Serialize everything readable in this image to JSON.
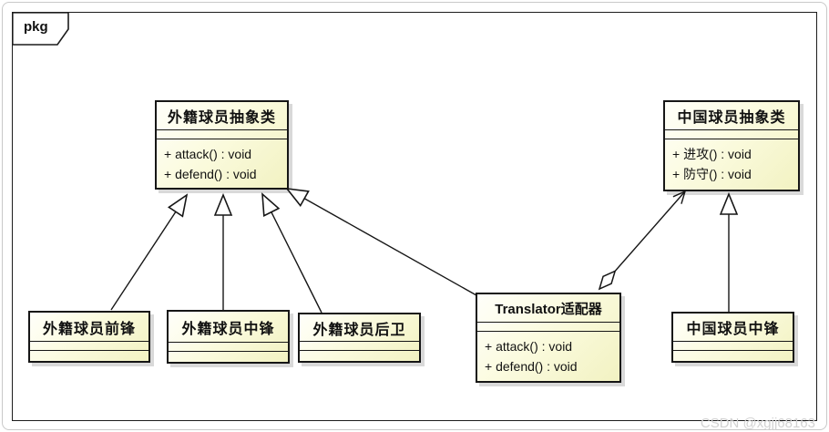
{
  "frame": {
    "tab_label": "pkg"
  },
  "watermark": {
    "text": "CSDN @xgjj68163"
  },
  "colors": {
    "class_fill_light": "#fffffa",
    "class_fill_dark": "#f2f2c2",
    "border": "#161616",
    "shadow": "#d9d9d9",
    "watermark": "#d2d2d2"
  },
  "classes": [
    {
      "id": "foreign-abstract",
      "title": "外籍球员抽象类",
      "operations": [
        "+ attack() : void",
        "+ defend() : void"
      ]
    },
    {
      "id": "chinese-abstract",
      "title": "中国球员抽象类",
      "operations": [
        "+ 进攻() : void",
        "+ 防守() : void"
      ]
    },
    {
      "id": "foreign-forward",
      "title": "外籍球员前锋",
      "operations": []
    },
    {
      "id": "foreign-center",
      "title": "外籍球员中锋",
      "operations": []
    },
    {
      "id": "foreign-guard",
      "title": "外籍球员后卫",
      "operations": []
    },
    {
      "id": "translator-adapter",
      "title": "Translator适配器",
      "operations": [
        "+ attack() : void",
        "+ defend() : void"
      ]
    },
    {
      "id": "chinese-center",
      "title": "中国球员中锋",
      "operations": []
    }
  ],
  "relations": [
    {
      "from": "外籍球员前锋",
      "to": "外籍球员抽象类",
      "type": "generalization"
    },
    {
      "from": "外籍球员中锋",
      "to": "外籍球员抽象类",
      "type": "generalization"
    },
    {
      "from": "外籍球员后卫",
      "to": "外籍球员抽象类",
      "type": "generalization"
    },
    {
      "from": "Translator适配器",
      "to": "外籍球员抽象类",
      "type": "generalization"
    },
    {
      "from": "中国球员中锋",
      "to": "中国球员抽象类",
      "type": "generalization"
    },
    {
      "from": "Translator适配器",
      "to": "中国球员抽象类",
      "type": "aggregation"
    }
  ]
}
